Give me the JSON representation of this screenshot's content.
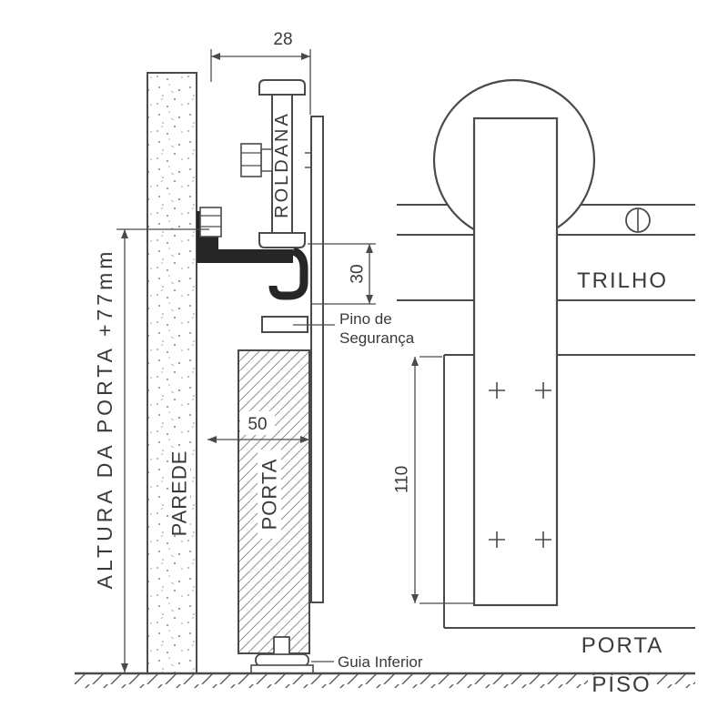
{
  "colors": {
    "line": "#4a4a4a",
    "dark_fill": "#262626",
    "text": "#3a3a3a"
  },
  "section_view": {
    "wall_label": "PAREDE",
    "door_label": "PORTA",
    "roller_label": "ROLDANA",
    "safety_pin_line1": "Pino de",
    "safety_pin_line2": "Segurança",
    "bottom_guide_label": "Guia Inferior",
    "height_dimension": "ALTURA DA PORTA +77mm",
    "dim_top_offset": "28",
    "dim_rail_height": "30",
    "dim_door_thickness": "50"
  },
  "elevation_view": {
    "track_label": "TRILHO",
    "door_label": "PORTA",
    "floor_label": "PISO",
    "dim_strap_length": "110"
  }
}
